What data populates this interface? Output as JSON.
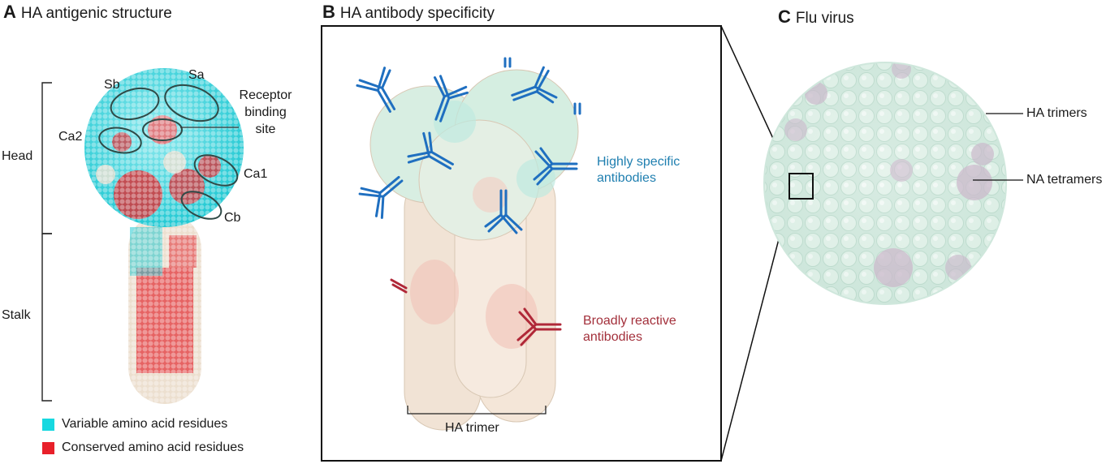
{
  "panel_a": {
    "letter": "A",
    "title": "HA antigenic structure",
    "region_labels": {
      "head": "Head",
      "stalk": "Stalk"
    },
    "site_labels": {
      "sb": "Sb",
      "sa": "Sa",
      "ca2": "Ca2",
      "ca1": "Ca1",
      "cb": "Cb",
      "receptor_line1": "Receptor",
      "receptor_line2": "binding",
      "receptor_line3": "site"
    },
    "legend": {
      "variable": {
        "label": "Variable amino acid residues",
        "color": "#17d8e0"
      },
      "conserved": {
        "label": "Conserved amino acid residues",
        "color": "#e8202a"
      }
    }
  },
  "panel_b": {
    "letter": "B",
    "title": "HA antibody specificity",
    "labels": {
      "specific_line1": "Highly specific",
      "specific_line2": "antibodies",
      "broad_line1": "Broadly reactive",
      "broad_line2": "antibodies",
      "trimer": "HA trimer"
    },
    "colors": {
      "specific": "#1f6fc0",
      "broad": "#b02838"
    }
  },
  "panel_c": {
    "letter": "C",
    "title": "Flu virus",
    "labels": {
      "ha": "HA trimers",
      "na": "NA tetramers"
    },
    "colors": {
      "ha": "#d9efe6",
      "na": "#c8a9c4"
    }
  }
}
